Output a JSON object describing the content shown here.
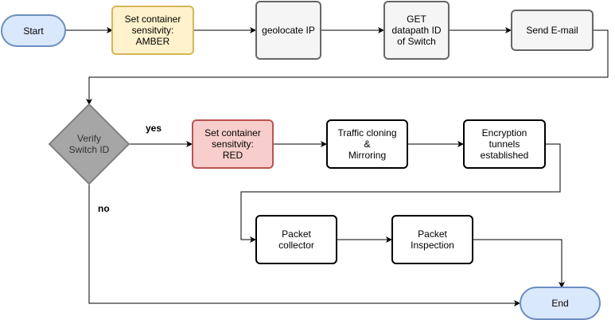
{
  "nodes": {
    "start": {
      "label": "Start"
    },
    "amber": {
      "label": "Set container\nsensitvity:\nAMBER"
    },
    "geolocate": {
      "label": "geolocate IP"
    },
    "get_dpid": {
      "label": "GET\ndatapath ID\nof Switch"
    },
    "email": {
      "label": "Send E-mail"
    },
    "verify": {
      "label": "Verify\nSwitch ID"
    },
    "red": {
      "label": "Set container\nsensitvity:\nRED"
    },
    "cloning": {
      "label": "Traffic cloning\n&\nMirroring"
    },
    "encryption": {
      "label": "Encryption\ntunnels\nestablished"
    },
    "collector": {
      "label": "Packet\ncollector"
    },
    "inspection": {
      "label": "Packet\nInspection"
    },
    "end": {
      "label": "End"
    }
  },
  "edge_labels": {
    "yes": "yes",
    "no": "no"
  },
  "colors": {
    "terminal_fill": "#dae8fc",
    "terminal_stroke": "#6c8ebf",
    "amber_fill": "#fff2cc",
    "amber_stroke": "#d6b656",
    "grey_fill": "#f5f5f5",
    "grey_stroke": "#666666",
    "diamond_fill": "#a6a6a6",
    "diamond_stroke": "#808080",
    "red_fill": "#f8cecc",
    "red_stroke": "#b85450",
    "process_fill": "#ffffff",
    "process_stroke": "#000000"
  }
}
